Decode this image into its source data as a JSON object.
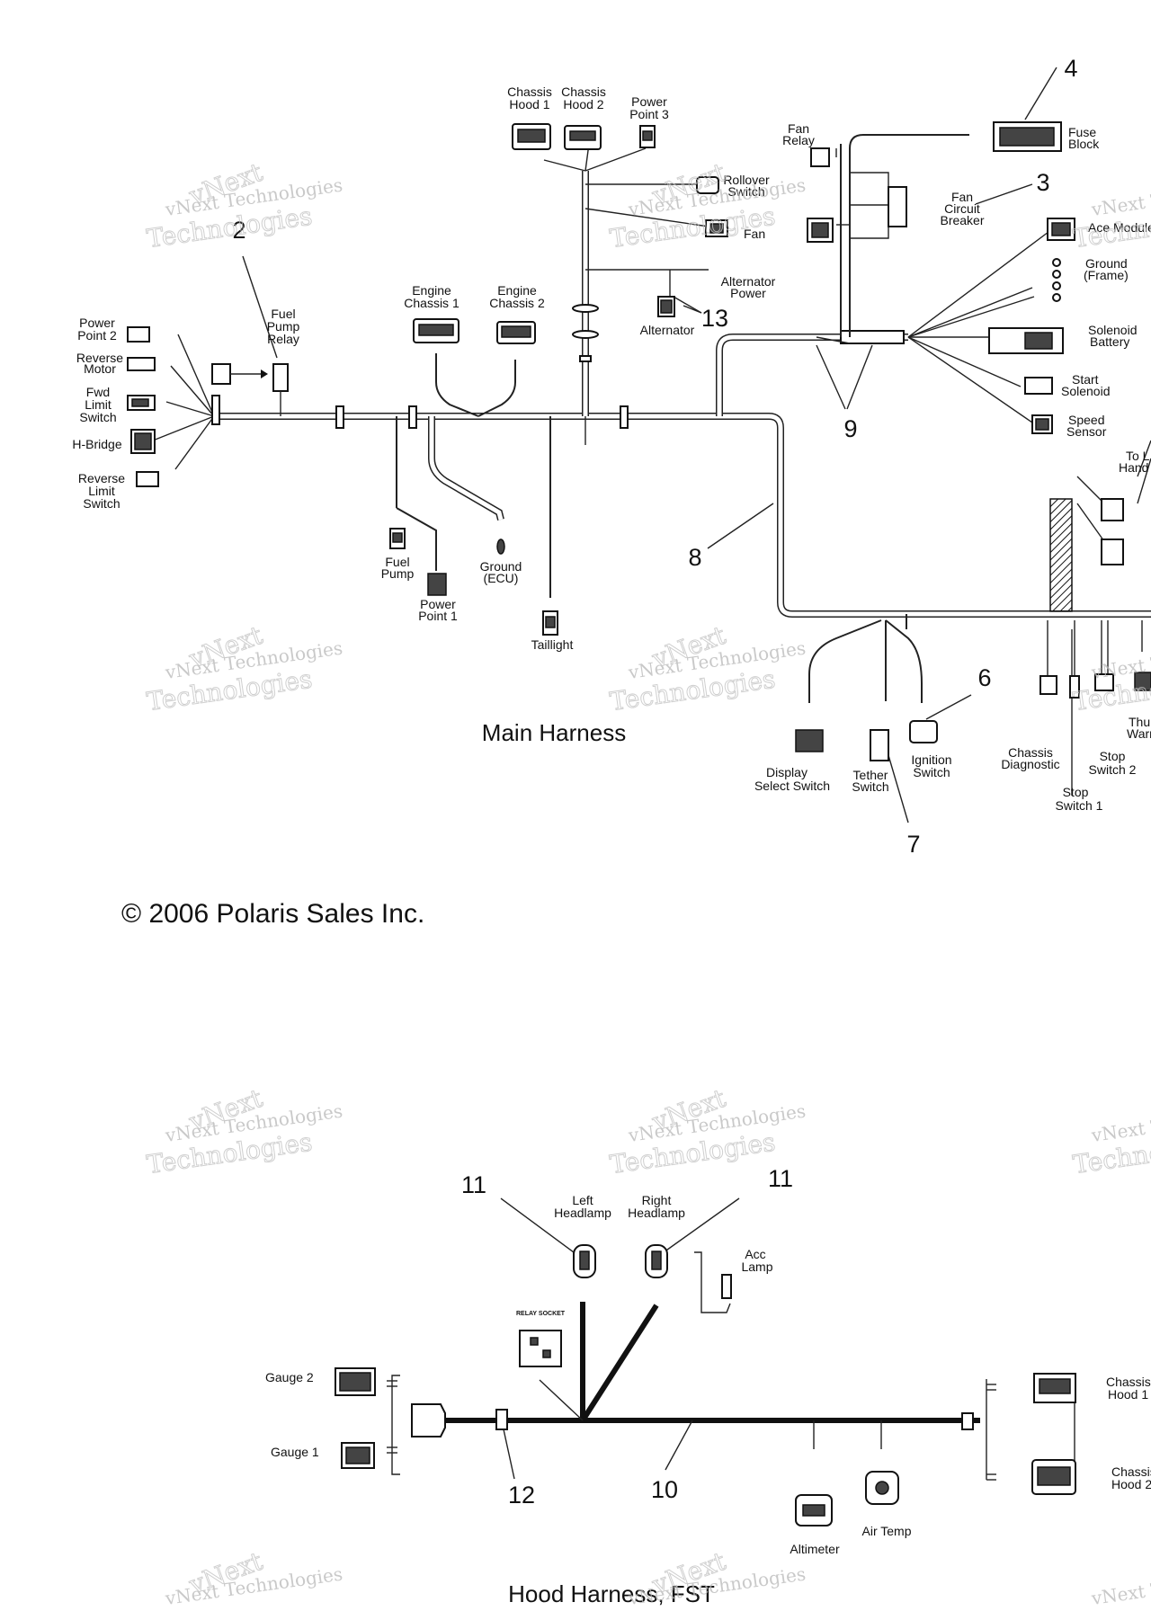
{
  "main_harness": {
    "title": "Main Harness",
    "labels": {
      "chassis_hood_1": [
        "Chassis",
        "Hood 1"
      ],
      "chassis_hood_2": [
        "Chassis",
        "Hood 2"
      ],
      "power_point_3": [
        "Power",
        "Point 3"
      ],
      "rollover_switch": [
        "Rollover",
        "Switch"
      ],
      "fan": [
        "Fan"
      ],
      "alternator_power": [
        "Alternator",
        "Power"
      ],
      "alternator": [
        "Alternator"
      ],
      "fan_relay": [
        "Fan",
        "Relay"
      ],
      "fuse_block": [
        "Fuse",
        "Block"
      ],
      "fan_circuit_breaker": [
        "Fan",
        "Circuit",
        "Breaker"
      ],
      "ace_module": [
        "Ace Module"
      ],
      "ground_frame": [
        "Ground",
        "(Frame)"
      ],
      "solenoid_battery": [
        "Solenoid",
        "Battery"
      ],
      "start_solenoid": [
        "Start",
        "Solenoid"
      ],
      "speed_sensor": [
        "Speed",
        "Sensor"
      ],
      "to_handlebar": [
        "To L",
        "Hand"
      ],
      "engine_chassis_1": [
        "Engine",
        "Chassis 1"
      ],
      "engine_chassis_2": [
        "Engine",
        "Chassis 2"
      ],
      "fuel_pump_relay": [
        "Fuel",
        "Pump",
        "Relay"
      ],
      "power_point_2": [
        "Power",
        "Point 2"
      ],
      "reverse_motor": [
        "Reverse",
        "Motor"
      ],
      "fwd_limit_switch": [
        "Fwd",
        "Limit",
        "Switch"
      ],
      "h_bridge": [
        "H-Bridge"
      ],
      "reverse_limit_switch": [
        "Reverse",
        "Limit",
        "Switch"
      ],
      "fuel_pump": [
        "Fuel",
        "Pump"
      ],
      "power_point_1": [
        "Power",
        "Point 1"
      ],
      "ground_ecu": [
        "Ground",
        "(ECU)"
      ],
      "taillight": [
        "Taillight"
      ],
      "display_select_switch": [
        "Display",
        "Select Switch"
      ],
      "tether_switch": [
        "Tether",
        "Switch"
      ],
      "ignition_switch": [
        "Ignition",
        "Switch"
      ],
      "chassis_diagnostic": [
        "Chassis",
        "Diagnostic"
      ],
      "stop_switch_2": [
        "Stop",
        "Switch 2"
      ],
      "stop_switch_1": [
        "Stop",
        "Switch 1"
      ],
      "thumb_warmer": [
        "Thu",
        "Warr"
      ]
    },
    "callouts": {
      "c2": "2",
      "c3": "3",
      "c4": "4",
      "c6": "6",
      "c7": "7",
      "c8": "8",
      "c9": "9",
      "c13": "13"
    }
  },
  "copyright": "© 2006 Polaris Sales Inc.",
  "hood_harness": {
    "title": "Hood Harness, FST",
    "labels": {
      "left_headlamp": [
        "Left",
        "Headlamp"
      ],
      "right_headlamp": [
        "Right",
        "Headlamp"
      ],
      "acc_lamp": [
        "Acc",
        "Lamp"
      ],
      "relay_socket": [
        "RELAY SOCKET"
      ],
      "gauge_2": [
        "Gauge 2"
      ],
      "gauge_1": [
        "Gauge 1"
      ],
      "chassis_hood_1": [
        "Chassis",
        "Hood 1"
      ],
      "chassis_hood_2": [
        "Chassis",
        "Hood 2"
      ],
      "altimeter": [
        "Altimeter"
      ],
      "air_temp": [
        "Air Temp"
      ]
    },
    "callouts": {
      "c10": "10",
      "c11a": "11",
      "c11b": "11",
      "c12": "12"
    }
  },
  "watermark": {
    "line1": "vNext Technologies",
    "line2": "Technologies",
    "logo": "vNext"
  }
}
